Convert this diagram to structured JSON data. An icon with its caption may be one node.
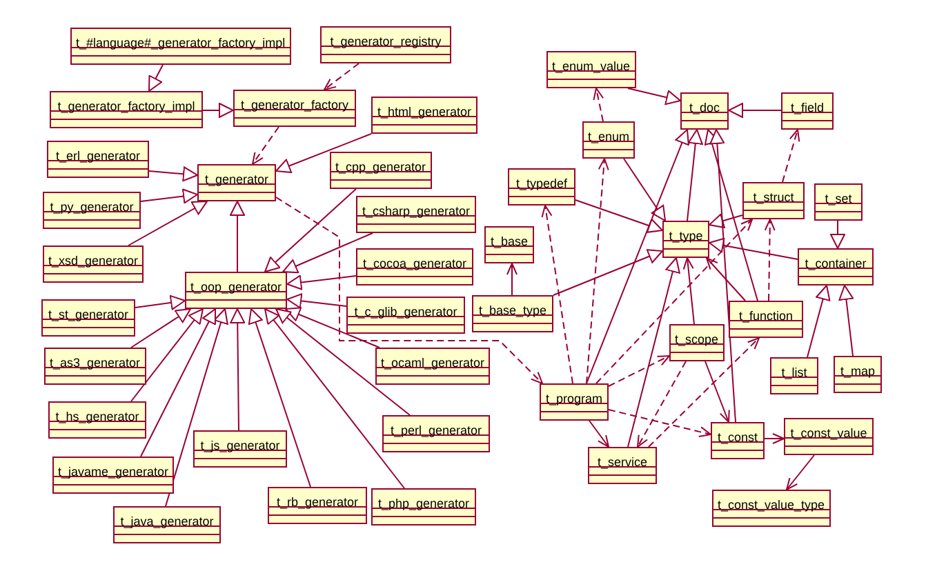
{
  "diagram": {
    "nodes": [
      {
        "text": [
          "t_#language#_generator_factory_impl"
        ]
      },
      {
        "text": [
          "t_generator_registry"
        ]
      },
      {
        "text": [
          "t_enum_value"
        ]
      },
      {
        "text": [
          "t_generator_factory_impl"
        ]
      },
      {
        "text": [
          "t_generator_factory"
        ]
      },
      {
        "text": [
          "t_doc"
        ]
      },
      {
        "text": [
          "t_field"
        ]
      },
      {
        "text": [
          "t_html_generator"
        ]
      },
      {
        "text": [
          "t_enum"
        ]
      },
      {
        "text": [
          "t_erl_generator"
        ]
      },
      {
        "text": [
          "t_cpp_generator"
        ]
      },
      {
        "text": [
          "t_generator"
        ]
      },
      {
        "text": [
          "t_typedef"
        ]
      },
      {
        "text": [
          "t_struct"
        ]
      },
      {
        "text": [
          "t_set"
        ]
      },
      {
        "text": [
          "t_py_generator"
        ]
      },
      {
        "text": [
          "t_csharp_generator"
        ]
      },
      {
        "text": [
          "t_type"
        ]
      },
      {
        "text": [
          "t_base"
        ]
      },
      {
        "text": [
          "t_xsd_generator"
        ]
      },
      {
        "text": [
          "t_cocoa_generator"
        ]
      },
      {
        "text": [
          "t_container"
        ]
      },
      {
        "text": [
          "t_oop_generator"
        ]
      },
      {
        "text": [
          "t_base_type"
        ]
      },
      {
        "text": [
          "t_c_glib_generator"
        ]
      },
      {
        "text": [
          "t_st_generator"
        ]
      },
      {
        "text": [
          "t_function"
        ]
      },
      {
        "text": [
          "t_scope"
        ]
      },
      {
        "text": [
          "t_as3_generator"
        ]
      },
      {
        "text": [
          "t_ocaml_generator"
        ]
      },
      {
        "text": [
          "t_list"
        ]
      },
      {
        "text": [
          "t_map"
        ]
      },
      {
        "text": [
          "t_program"
        ]
      },
      {
        "text": [
          "t_hs_generator"
        ]
      },
      {
        "text": [
          "t_perl_generator"
        ]
      },
      {
        "text": [
          "t_const_value"
        ]
      },
      {
        "text": [
          "t_const"
        ]
      },
      {
        "text": [
          "t_js_generator"
        ]
      },
      {
        "text": [
          "t_service"
        ]
      },
      {
        "text": [
          "t_javame_generator"
        ]
      },
      {
        "text": [
          "t_rb_generator"
        ]
      },
      {
        "text": [
          "t_php_generator"
        ]
      },
      {
        "text": [
          "t_const_value_type"
        ]
      },
      {
        "text": [
          "t_java_generator"
        ]
      }
    ],
    "edges": [
      {
        "from": 0,
        "to": 3,
        "arrow": "to"
      },
      {
        "from": 3,
        "to": 4,
        "arrow": "to"
      },
      {
        "from": 1,
        "to": 4,
        "arrow": "to",
        "style": "dashed"
      },
      {
        "from": 4,
        "to": 11,
        "arrow": "to",
        "style": "dashed"
      },
      {
        "from": 7,
        "to": 11,
        "arrow": "to"
      },
      {
        "from": 9,
        "to": 11,
        "arrow": "to"
      },
      {
        "from": 15,
        "to": 11,
        "arrow": "to"
      },
      {
        "from": 19,
        "to": 11,
        "arrow": "to"
      },
      {
        "from": 22,
        "to": 11,
        "arrow": "to"
      },
      {
        "from": 10,
        "to": 22,
        "arrow": "to"
      },
      {
        "from": 16,
        "to": 22,
        "arrow": "to"
      },
      {
        "from": 20,
        "to": 22,
        "arrow": "to"
      },
      {
        "from": 24,
        "to": 22,
        "arrow": "to"
      },
      {
        "from": 29,
        "to": 22,
        "arrow": "to"
      },
      {
        "from": 34,
        "to": 22,
        "arrow": "to"
      },
      {
        "from": 41,
        "to": 22,
        "arrow": "to"
      },
      {
        "from": 40,
        "to": 22,
        "arrow": "to"
      },
      {
        "from": 37,
        "to": 22,
        "arrow": "to"
      },
      {
        "from": 43,
        "to": 22,
        "arrow": "to"
      },
      {
        "from": 39,
        "to": 22,
        "arrow": "to"
      },
      {
        "from": 33,
        "to": 22,
        "arrow": "to"
      },
      {
        "from": 28,
        "to": 22,
        "arrow": "to"
      },
      {
        "from": 25,
        "to": 22,
        "arrow": "to"
      },
      {
        "from": 11,
        "to": 32,
        "arrow": "to",
        "style": "dashed"
      },
      {
        "from": 2,
        "to": 5,
        "arrow": "to"
      },
      {
        "from": 6,
        "to": 5,
        "arrow": "to"
      },
      {
        "from": 8,
        "to": 2,
        "arrow": "to",
        "style": "dashed"
      },
      {
        "from": 8,
        "to": 17,
        "arrow": "to"
      },
      {
        "from": 12,
        "to": 17,
        "arrow": "to"
      },
      {
        "from": 13,
        "to": 17,
        "arrow": "to"
      },
      {
        "from": 21,
        "to": 17,
        "arrow": "to"
      },
      {
        "from": 23,
        "to": 17,
        "arrow": "to"
      },
      {
        "from": 14,
        "to": 21,
        "arrow": "to"
      },
      {
        "from": 30,
        "to": 21,
        "arrow": "to"
      },
      {
        "from": 31,
        "to": 21,
        "arrow": "to"
      },
      {
        "from": 17,
        "to": 5,
        "arrow": "to"
      },
      {
        "from": 32,
        "to": 5,
        "arrow": "to"
      },
      {
        "from": 38,
        "to": 17,
        "arrow": "to"
      },
      {
        "from": 26,
        "to": 5,
        "arrow": "to"
      },
      {
        "from": 36,
        "to": 5,
        "arrow": "to"
      },
      {
        "from": 23,
        "to": 18,
        "arrow": "to"
      },
      {
        "from": 32,
        "to": 12,
        "arrow": "to",
        "style": "dashed"
      },
      {
        "from": 32,
        "to": 8,
        "arrow": "to",
        "style": "dashed"
      },
      {
        "from": 32,
        "to": 13,
        "arrow": "to",
        "style": "dashed"
      },
      {
        "from": 32,
        "to": 27,
        "arrow": "to",
        "style": "dashed"
      },
      {
        "from": 32,
        "to": 36,
        "arrow": "to",
        "style": "dashed"
      },
      {
        "from": 32,
        "to": 38,
        "arrow": "to"
      },
      {
        "from": 38,
        "to": 26,
        "arrow": "to",
        "style": "dashed"
      },
      {
        "from": 27,
        "to": 38,
        "arrow": "to",
        "style": "dashed"
      },
      {
        "from": 27,
        "to": 36,
        "arrow": "to"
      },
      {
        "from": 27,
        "to": 17,
        "arrow": "to"
      },
      {
        "from": 26,
        "to": 17,
        "arrow": "to"
      },
      {
        "from": 26,
        "to": 13,
        "arrow": "to",
        "style": "dashed"
      },
      {
        "from": 13,
        "to": 6,
        "arrow": "to",
        "style": "dashed"
      },
      {
        "from": 36,
        "to": 35,
        "arrow": "to"
      },
      {
        "from": 35,
        "to": 42,
        "arrow": "to"
      }
    ]
  }
}
